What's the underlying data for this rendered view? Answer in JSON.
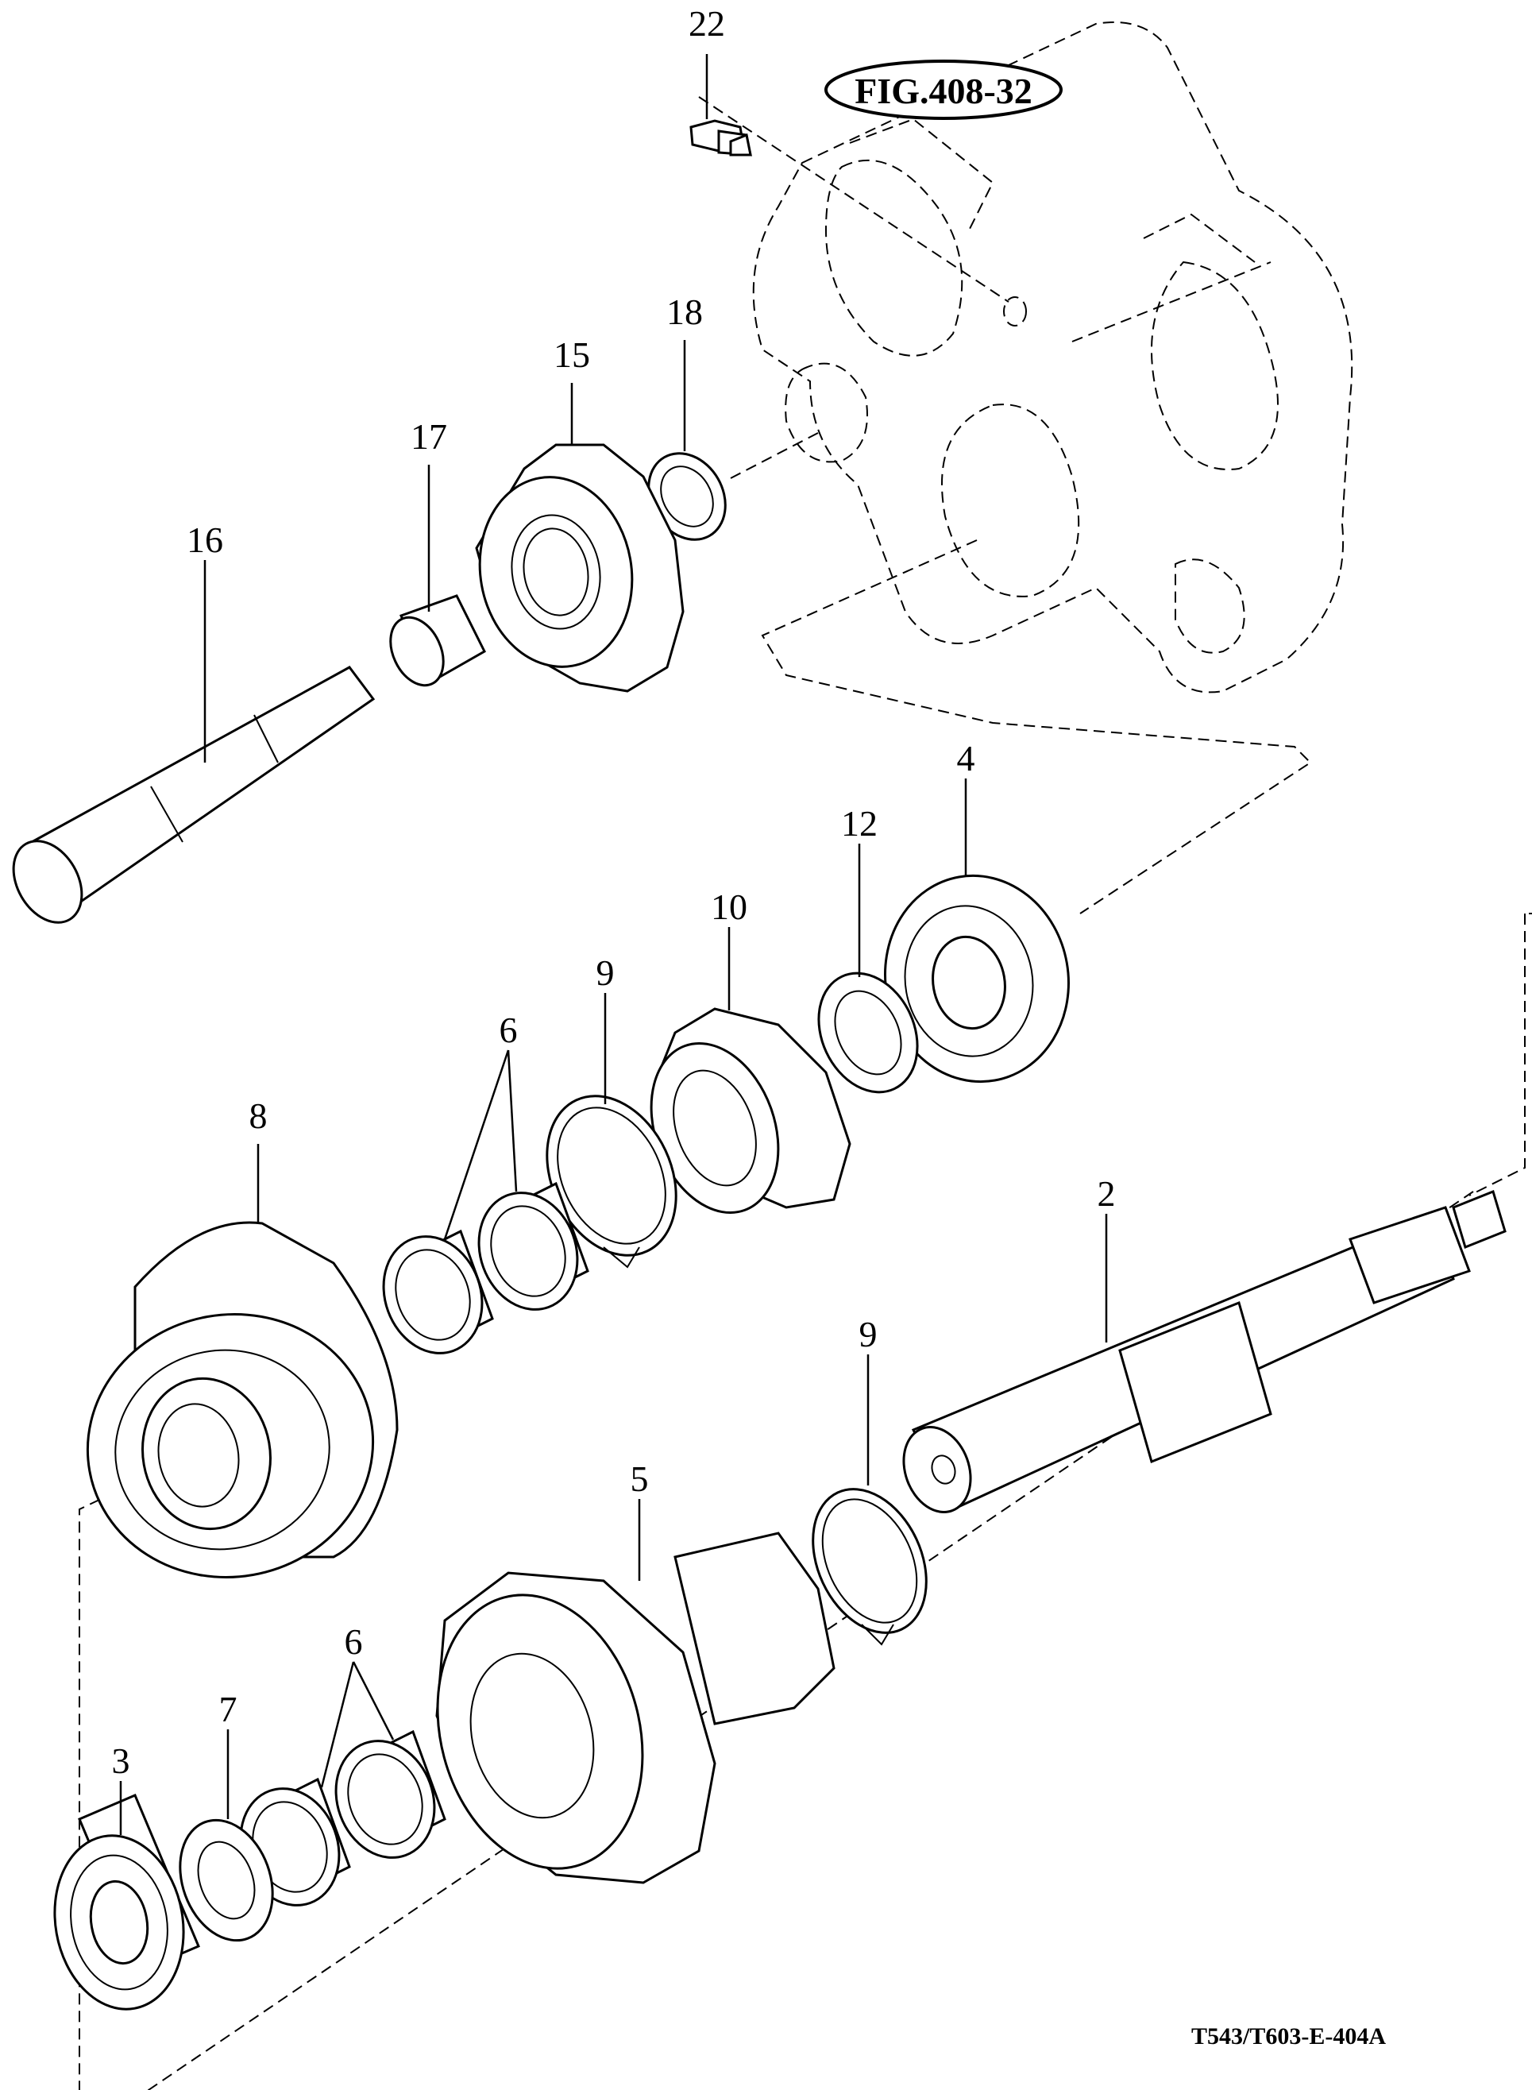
{
  "figure_reference": "FIG.408-32",
  "drawing_code": "T543/T603-E-404A",
  "callouts": [
    "22",
    "18",
    "15",
    "17",
    "16",
    "4",
    "12",
    "10",
    "9",
    "6",
    "8",
    "2",
    "9",
    "5",
    "6",
    "7",
    "3"
  ],
  "parts": [
    {
      "callout": "2",
      "icon": "shaft-icon"
    },
    {
      "callout": "3",
      "icon": "ball-bearing-icon"
    },
    {
      "callout": "4",
      "icon": "ball-bearing-icon"
    },
    {
      "callout": "5",
      "icon": "gear-icon"
    },
    {
      "callout": "6",
      "icon": "needle-bearing-icon"
    },
    {
      "callout": "7",
      "icon": "washer-icon"
    },
    {
      "callout": "8",
      "icon": "sleeve-icon"
    },
    {
      "callout": "9",
      "icon": "snap-ring-icon"
    },
    {
      "callout": "10",
      "icon": "gear-icon"
    },
    {
      "callout": "12",
      "icon": "washer-icon"
    },
    {
      "callout": "15",
      "icon": "gear-icon"
    },
    {
      "callout": "16",
      "icon": "pin-shaft-icon"
    },
    {
      "callout": "17",
      "icon": "needle-bearing-icon"
    },
    {
      "callout": "18",
      "icon": "washer-icon"
    },
    {
      "callout": "22",
      "icon": "bolt-icon"
    }
  ]
}
